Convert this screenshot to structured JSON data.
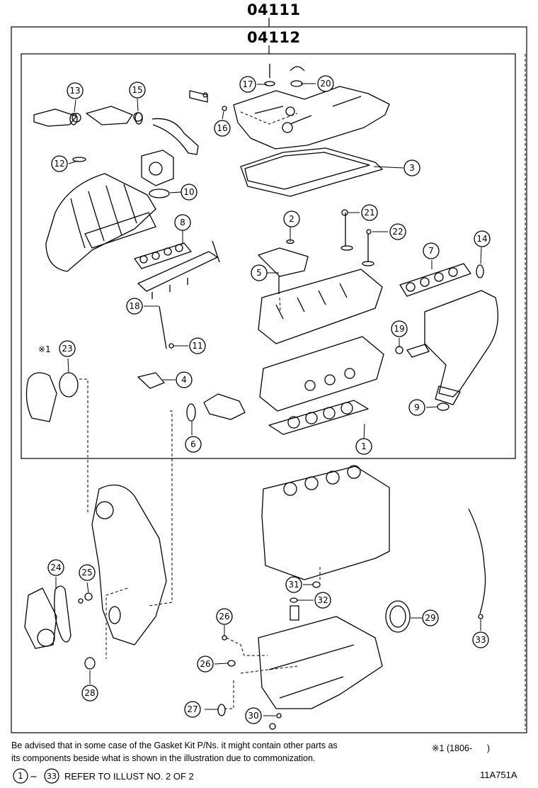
{
  "header": {
    "kit_code": "04111",
    "sub_kit_code": "04112"
  },
  "callouts": [
    {
      "n": "1"
    },
    {
      "n": "2"
    },
    {
      "n": "3"
    },
    {
      "n": "4"
    },
    {
      "n": "5"
    },
    {
      "n": "6"
    },
    {
      "n": "7"
    },
    {
      "n": "8"
    },
    {
      "n": "9"
    },
    {
      "n": "10"
    },
    {
      "n": "11"
    },
    {
      "n": "12"
    },
    {
      "n": "13"
    },
    {
      "n": "14"
    },
    {
      "n": "15"
    },
    {
      "n": "16"
    },
    {
      "n": "17"
    },
    {
      "n": "18"
    },
    {
      "n": "19"
    },
    {
      "n": "20"
    },
    {
      "n": "21"
    },
    {
      "n": "22"
    },
    {
      "n": "23"
    },
    {
      "n": "24"
    },
    {
      "n": "25"
    },
    {
      "n": "26"
    },
    {
      "n": "26"
    },
    {
      "n": "27"
    },
    {
      "n": "28"
    },
    {
      "n": "29"
    },
    {
      "n": "30"
    },
    {
      "n": "31"
    },
    {
      "n": "32"
    },
    {
      "n": "33"
    }
  ],
  "note_mark": "※1",
  "footer": {
    "notice_line1": "Be advised that in some case of the Gasket Kit P/Ns.  it might contain other parts as",
    "notice_line2": "its components beside what is shown in the illustration due to commonization.",
    "footnote": "※1 (1806-      )",
    "range_start": "1",
    "range_end": "33",
    "range_sep": "~",
    "refer_text": "REFER TO ILLUST NO. 2 OF 2",
    "illustration_id": "11A751A"
  }
}
